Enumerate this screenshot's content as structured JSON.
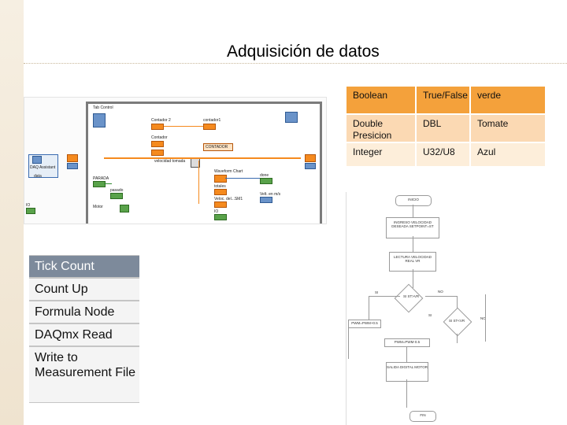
{
  "slide": {
    "title": "Adquisición de datos"
  },
  "diagram": {
    "labels": {
      "tab_control": "Tab Control",
      "contador2": "Contador 2",
      "contador1": "contador1",
      "contador": "Contador",
      "contador_box": "CONTADOR",
      "daq": "DAQ Assistant",
      "data": "data",
      "parada": "PARADA",
      "velocidad": "velocidad tomada",
      "waveform": "Waveform Chart",
      "done": "done",
      "vel_ms": "Velt. en m/s",
      "paso": "pasado",
      "total": "totales",
      "io": "IO",
      "motor": "Motor",
      "veloc": "Veloc. del...SM1"
    }
  },
  "list": {
    "items": [
      "Tick Count",
      "Count Up",
      "Formula Node",
      "DAQmx Read",
      "Write to Measurement File"
    ]
  },
  "table": {
    "rows": [
      [
        "Boolean",
        "True/False",
        "verde"
      ],
      [
        "Double Presicion",
        "DBL",
        "Tomate"
      ],
      [
        "Integer",
        "U32/U8",
        "Azul"
      ]
    ]
  },
  "flowchart": {
    "inicio": "INICIO",
    "ingreso": "INGRESO VELOCIDAD DESEADA SETPOINT=ST",
    "lectura": "LECTURA VELOCIDAD REAL VR",
    "cond1": "SI ST>VR",
    "cond2": "SI ST<VR",
    "si": "SI",
    "no": "NO",
    "pwm_up": "PWM=PWM+0.5",
    "pwm_dn": "PWM=PWM-0.5",
    "salida": "SALIDA DIGITAL MOTOR",
    "fin": "FIN"
  },
  "colors": {
    "orange": "#f4a13b",
    "orange_light": "#fbd9b3",
    "list_head": "#7d8a9b"
  }
}
